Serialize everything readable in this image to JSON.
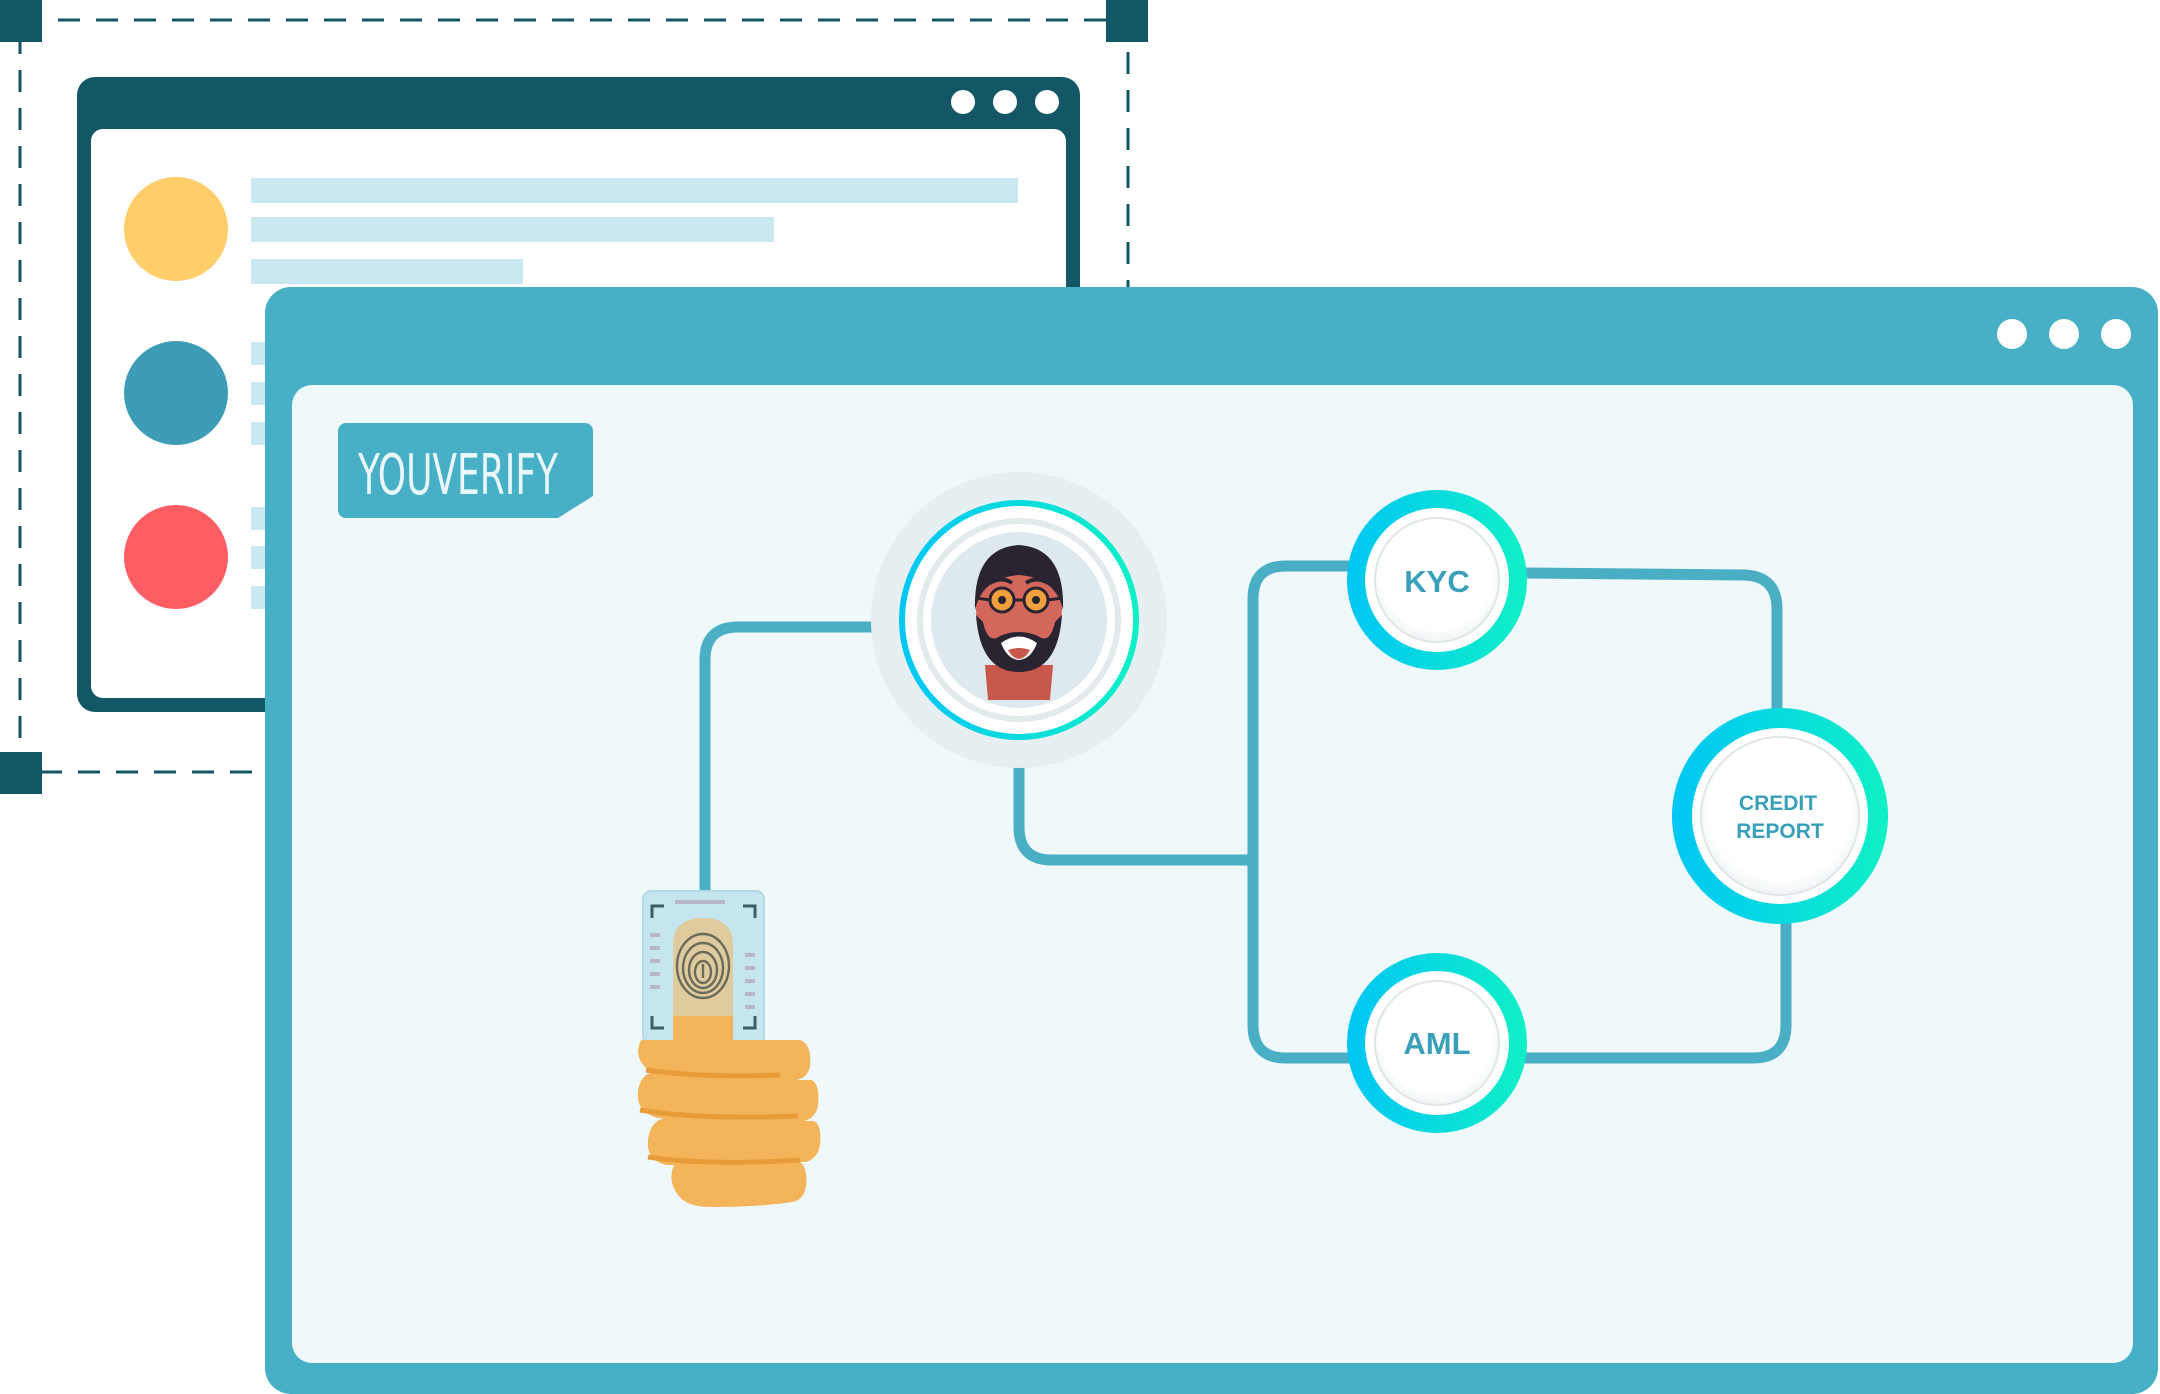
{
  "brand": {
    "name": "YOUVERIFY"
  },
  "nodes": {
    "kyc": {
      "label": "KYC"
    },
    "aml": {
      "label": "AML"
    },
    "credit": {
      "line1": "CREDIT",
      "line2": "REPORT"
    }
  },
  "colors": {
    "back_window": "#135766",
    "front_window": "#47b0c6",
    "content_bg": "#eff8fa",
    "connector": "#4aaec4",
    "ring_start": "#00c6f5",
    "ring_end": "#10f0c6",
    "node_text": "#3a9fb8",
    "list_bar": "#c9e8ef",
    "dot_yellow": "#ffcd69",
    "dot_blue": "#3e9db6",
    "dot_red": "#ff5d64",
    "hand": "#f4b45a"
  },
  "icons": {
    "avatar": "person-avatar-icon",
    "fingerprint": "thumbs-up-fingerprint-icon"
  }
}
